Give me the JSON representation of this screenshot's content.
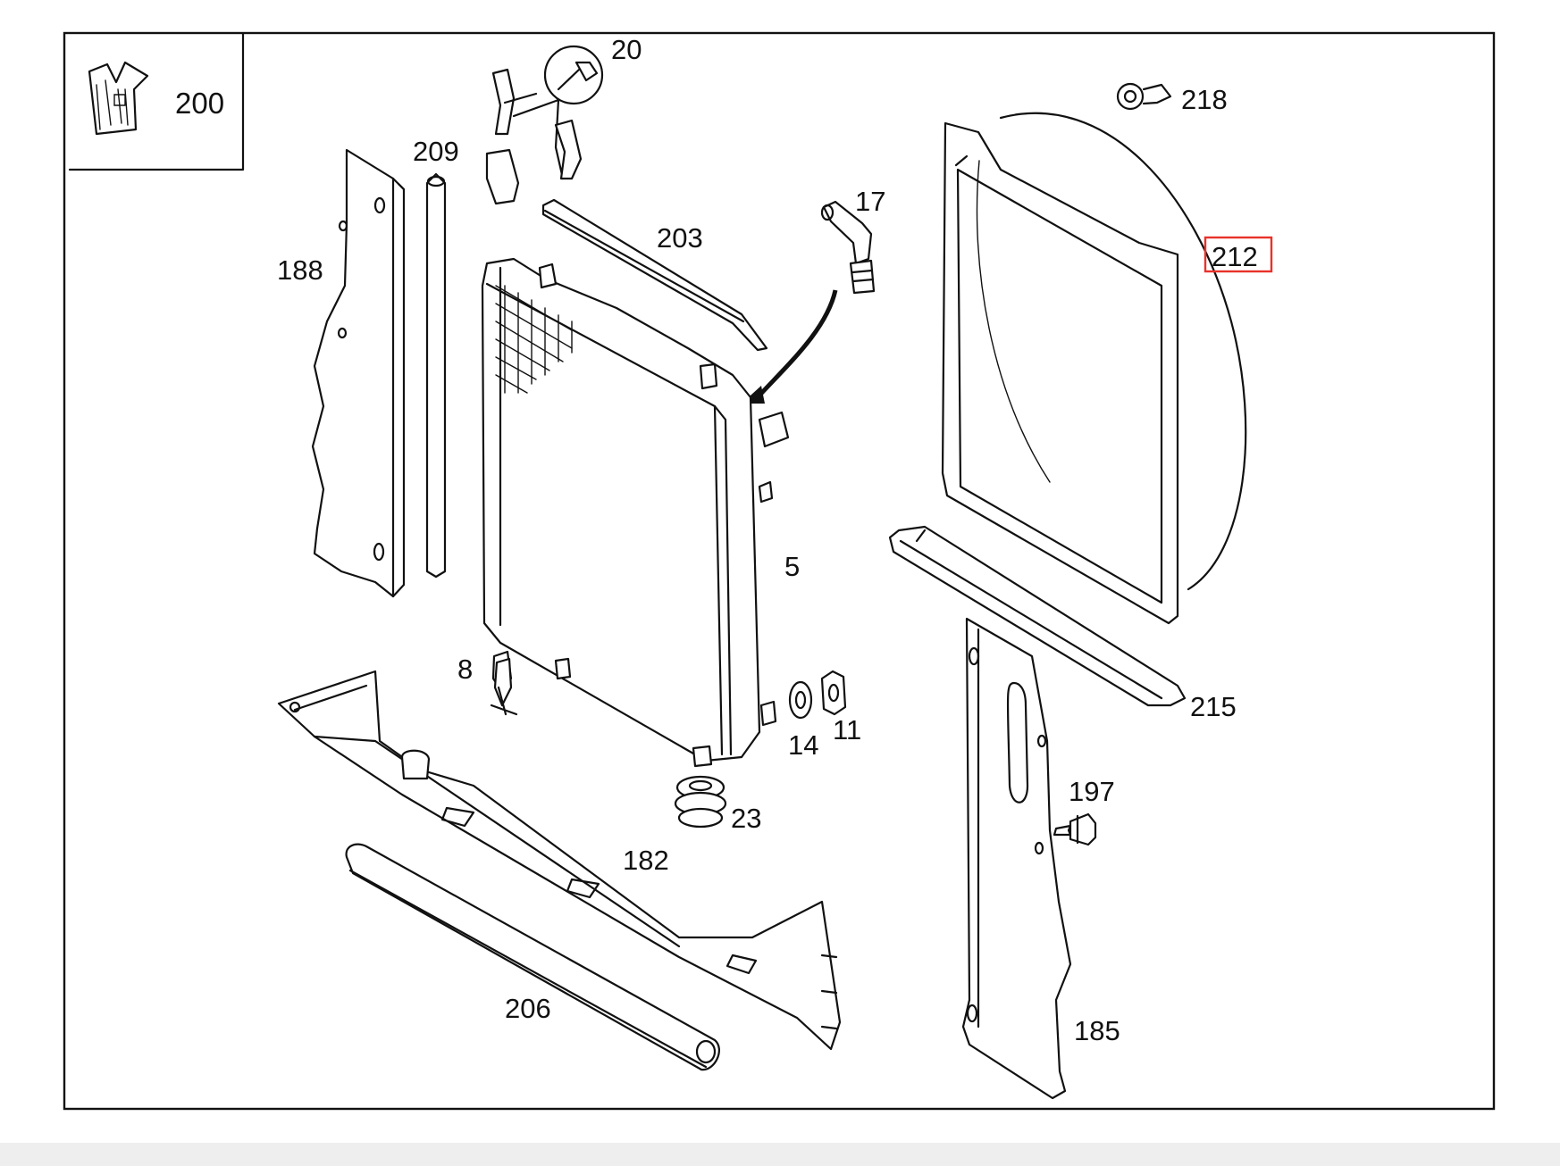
{
  "inset": {
    "label": "200",
    "icon": "clip-icon"
  },
  "labels": {
    "l20": "20",
    "l218": "218",
    "l209": "209",
    "l17": "17",
    "l203": "203",
    "l188": "188",
    "l212": "212",
    "l5": "5",
    "l215": "215",
    "l8": "8",
    "l11": "11",
    "l14": "14",
    "l197": "197",
    "l23": "23",
    "l182": "182",
    "l206": "206",
    "l185": "185"
  },
  "highlight": {
    "part": "212",
    "color": "#e8322a"
  },
  "icons": {
    "tool": "wrench-icon",
    "flow_arrow": "arrow-icon"
  }
}
